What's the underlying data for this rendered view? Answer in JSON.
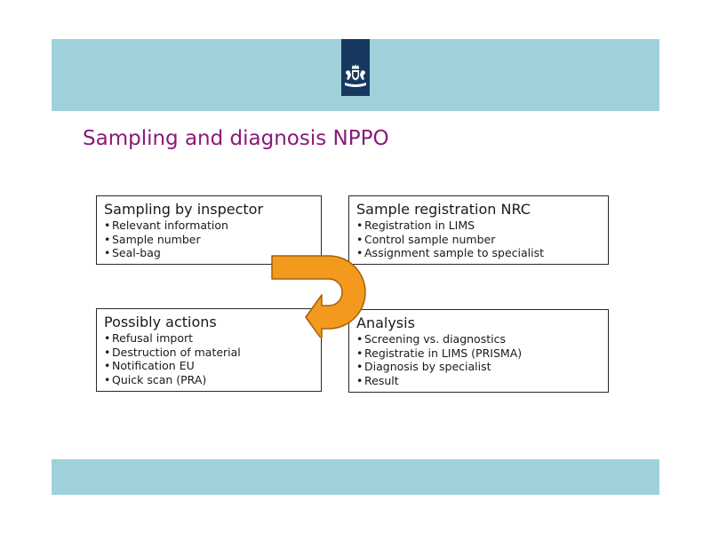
{
  "title": "Sampling and diagnosis NPPO",
  "logo": {
    "icon": "royal-coat-of-arms-icon",
    "color": "#17385f"
  },
  "colors": {
    "band": "#9fd1da",
    "title": "#8b1a78",
    "arrow": "#f39a1e",
    "arrow_outline": "#a55f05"
  },
  "boxes": [
    {
      "title": "Sampling by inspector",
      "items": [
        "Relevant information",
        "Sample number",
        "Seal-bag"
      ]
    },
    {
      "title": "Sample registration NRC",
      "items": [
        "Registration in LIMS",
        "Control sample number",
        "Assignment sample to specialist"
      ]
    },
    {
      "title": "Possibly actions",
      "items": [
        "Refusal import",
        "Destruction of material",
        "Notification EU",
        "Quick scan (PRA)"
      ]
    },
    {
      "title": "Analysis",
      "items": [
        "Screening vs. diagnostics",
        "Registratie in LIMS (PRISMA)",
        "Diagnosis by specialist",
        "Result"
      ]
    }
  ]
}
